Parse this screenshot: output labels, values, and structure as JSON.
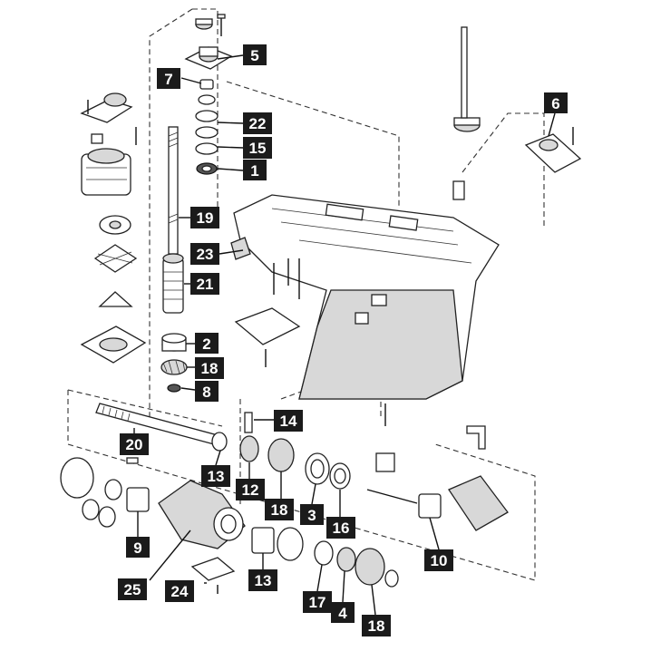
{
  "callouts": [
    {
      "id": "c1",
      "label": "1"
    },
    {
      "id": "c2",
      "label": "2"
    },
    {
      "id": "c3",
      "label": "3"
    },
    {
      "id": "c4",
      "label": "4"
    },
    {
      "id": "c5",
      "label": "5"
    },
    {
      "id": "c6",
      "label": "6"
    },
    {
      "id": "c7",
      "label": "7"
    },
    {
      "id": "c8",
      "label": "8"
    },
    {
      "id": "c9",
      "label": "9"
    },
    {
      "id": "c10",
      "label": "10"
    },
    {
      "id": "c12",
      "label": "12"
    },
    {
      "id": "c13a",
      "label": "13"
    },
    {
      "id": "c13b",
      "label": "13"
    },
    {
      "id": "c14",
      "label": "14"
    },
    {
      "id": "c15",
      "label": "15"
    },
    {
      "id": "c16",
      "label": "16"
    },
    {
      "id": "c17",
      "label": "17"
    },
    {
      "id": "c18a",
      "label": "18"
    },
    {
      "id": "c18b",
      "label": "18"
    },
    {
      "id": "c18c",
      "label": "18"
    },
    {
      "id": "c19",
      "label": "19"
    },
    {
      "id": "c20",
      "label": "20"
    },
    {
      "id": "c21",
      "label": "21"
    },
    {
      "id": "c22",
      "label": "22"
    },
    {
      "id": "c23",
      "label": "23"
    },
    {
      "id": "c24",
      "label": "24"
    },
    {
      "id": "c25",
      "label": "25"
    }
  ]
}
